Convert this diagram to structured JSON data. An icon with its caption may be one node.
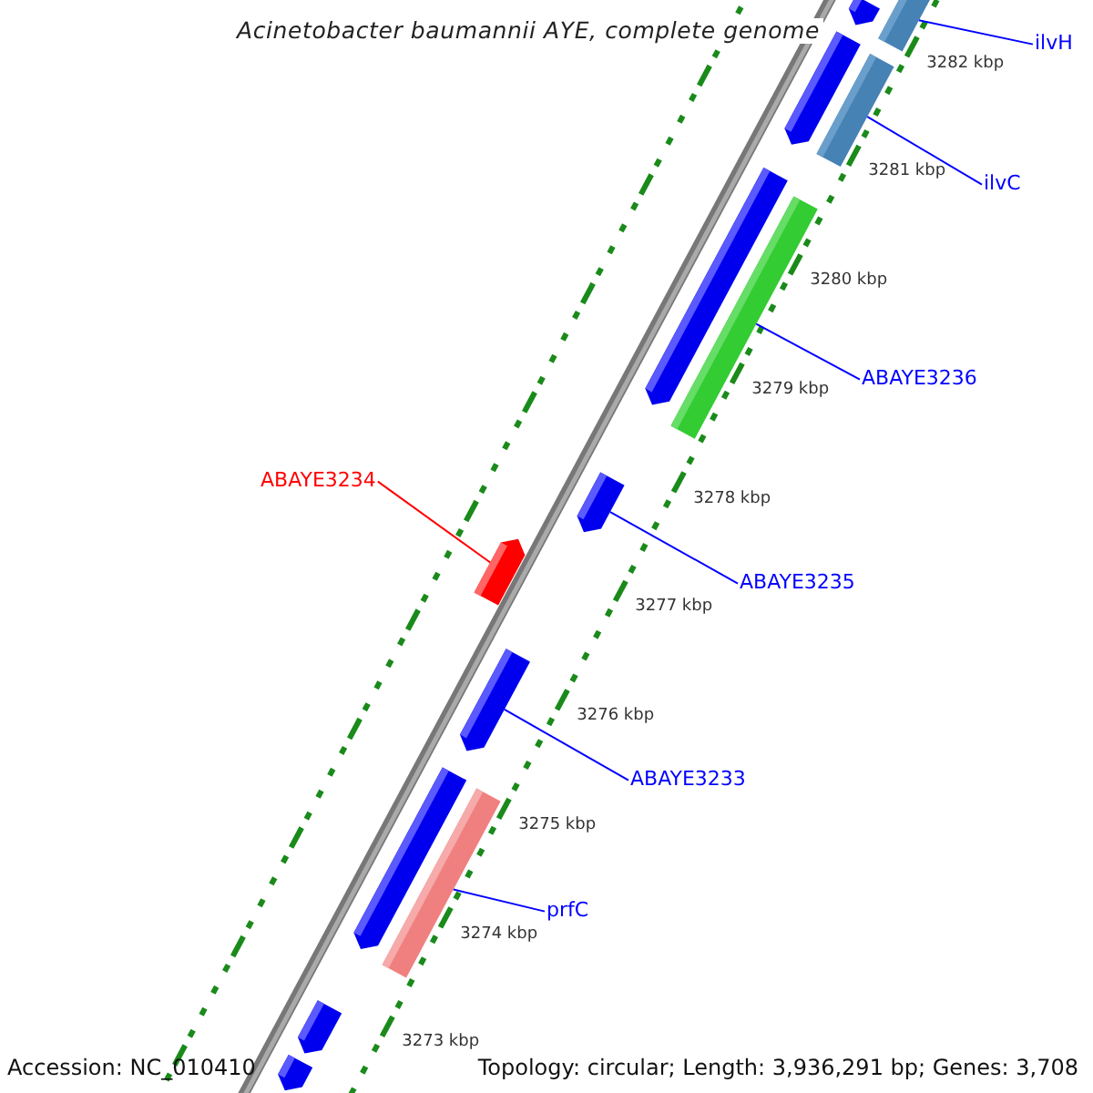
{
  "diagram": {
    "title": "Acinetobacter baumannii AYE, complete genome",
    "nodes": [
      {
        "text": [
          "ilvH"
        ]
      },
      {
        "text": [
          "ilvC"
        ]
      },
      {
        "text": [
          "ABAYE3236"
        ]
      },
      {
        "text": [
          "ABAYE3234"
        ]
      },
      {
        "text": [
          "ABAYE3235"
        ]
      },
      {
        "text": [
          "ABAYE3233"
        ]
      },
      {
        "text": [
          "prfC"
        ]
      },
      {
        "text": [],
        "shape": "arrow"
      },
      {
        "text": [],
        "shape": "bar"
      },
      {
        "text": [],
        "shape": "arrow"
      },
      {
        "text": [],
        "shape": "bar"
      },
      {
        "text": [],
        "shape": "arrow"
      },
      {
        "text": [],
        "shape": "bar"
      },
      {
        "text": [],
        "shape": "arrow"
      },
      {
        "text": [],
        "shape": "arrow"
      },
      {
        "text": [],
        "shape": "arrow"
      },
      {
        "text": [],
        "shape": "arrow"
      },
      {
        "text": [],
        "shape": "bar"
      },
      {
        "text": [],
        "shape": "arrow"
      },
      {
        "text": [],
        "shape": "arrow"
      }
    ],
    "edges": [
      {
        "from": 0,
        "to": 8,
        "arrow": "none"
      },
      {
        "from": 1,
        "to": 10,
        "arrow": "none"
      },
      {
        "from": 2,
        "to": 12,
        "arrow": "none"
      },
      {
        "from": 3,
        "to": 14,
        "arrow": "none",
        "color": "#ff0000"
      },
      {
        "from": 4,
        "to": 13,
        "arrow": "none"
      },
      {
        "from": 5,
        "to": 15,
        "arrow": "none"
      },
      {
        "from": 6,
        "to": 17,
        "arrow": "none"
      }
    ],
    "labels": [
      "3282 kbp",
      "3281 kbp",
      "3280 kbp",
      "3279 kbp",
      "3278 kbp",
      "3277 kbp",
      "3276 kbp",
      "3275 kbp",
      "3274 kbp",
      "3273 kbp",
      "Accession: NC_010410",
      "Topology: circular; Length: 3,936,291 bp; Genes: 3,708"
    ]
  }
}
